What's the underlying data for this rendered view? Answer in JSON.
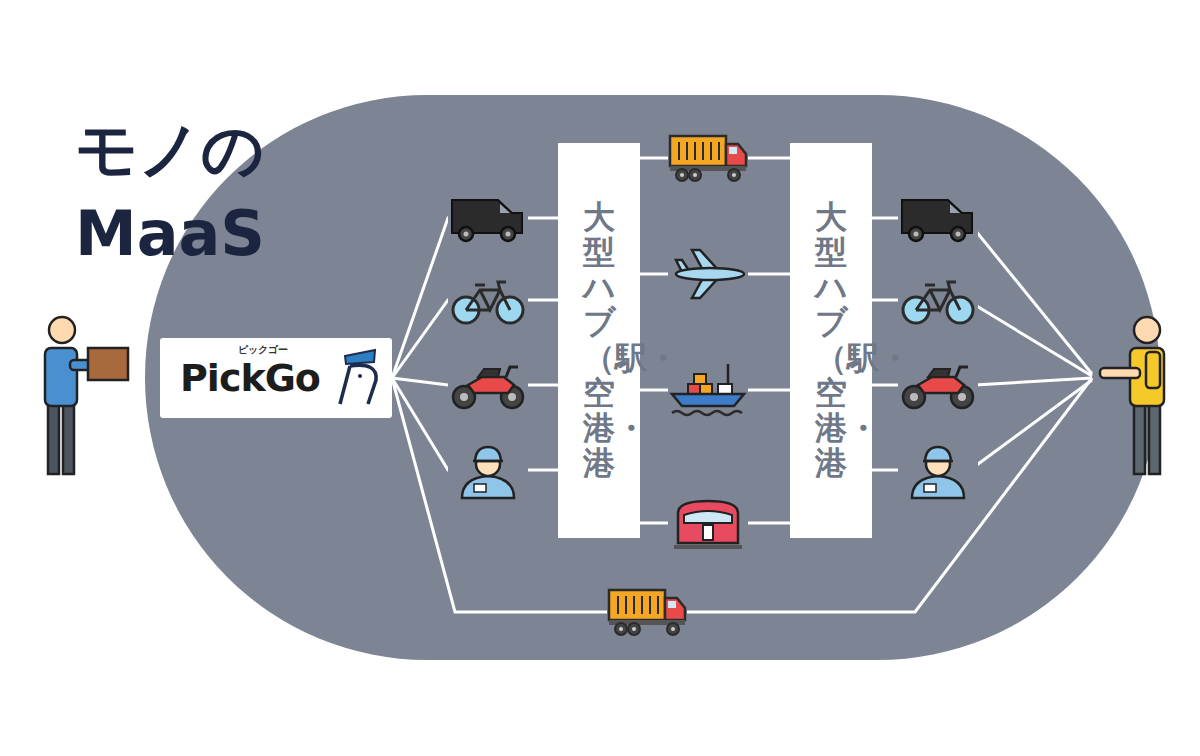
{
  "diagram": {
    "title": "モノの MaaS",
    "nodes": [
      {
        "text": [
          "ピックゴー",
          "PickGo"
        ]
      },
      {
        "text": [
          "大型ハブ（駅・空港・港"
        ]
      },
      {
        "text": [
          "大型ハブ（駅・空港・港"
        ]
      }
    ],
    "edges": [
      {
        "from": 0,
        "to": 1,
        "arrow": "none"
      },
      {
        "from": 0,
        "to": 1,
        "arrow": "none"
      },
      {
        "from": 0,
        "to": 1,
        "arrow": "none"
      },
      {
        "from": 0,
        "to": 1,
        "arrow": "none"
      },
      {
        "from": 1,
        "to": 2,
        "arrow": "none"
      },
      {
        "from": 1,
        "to": 2,
        "arrow": "none"
      },
      {
        "from": 1,
        "to": 2,
        "arrow": "none"
      },
      {
        "from": 1,
        "to": 2,
        "arrow": "none"
      }
    ]
  }
}
